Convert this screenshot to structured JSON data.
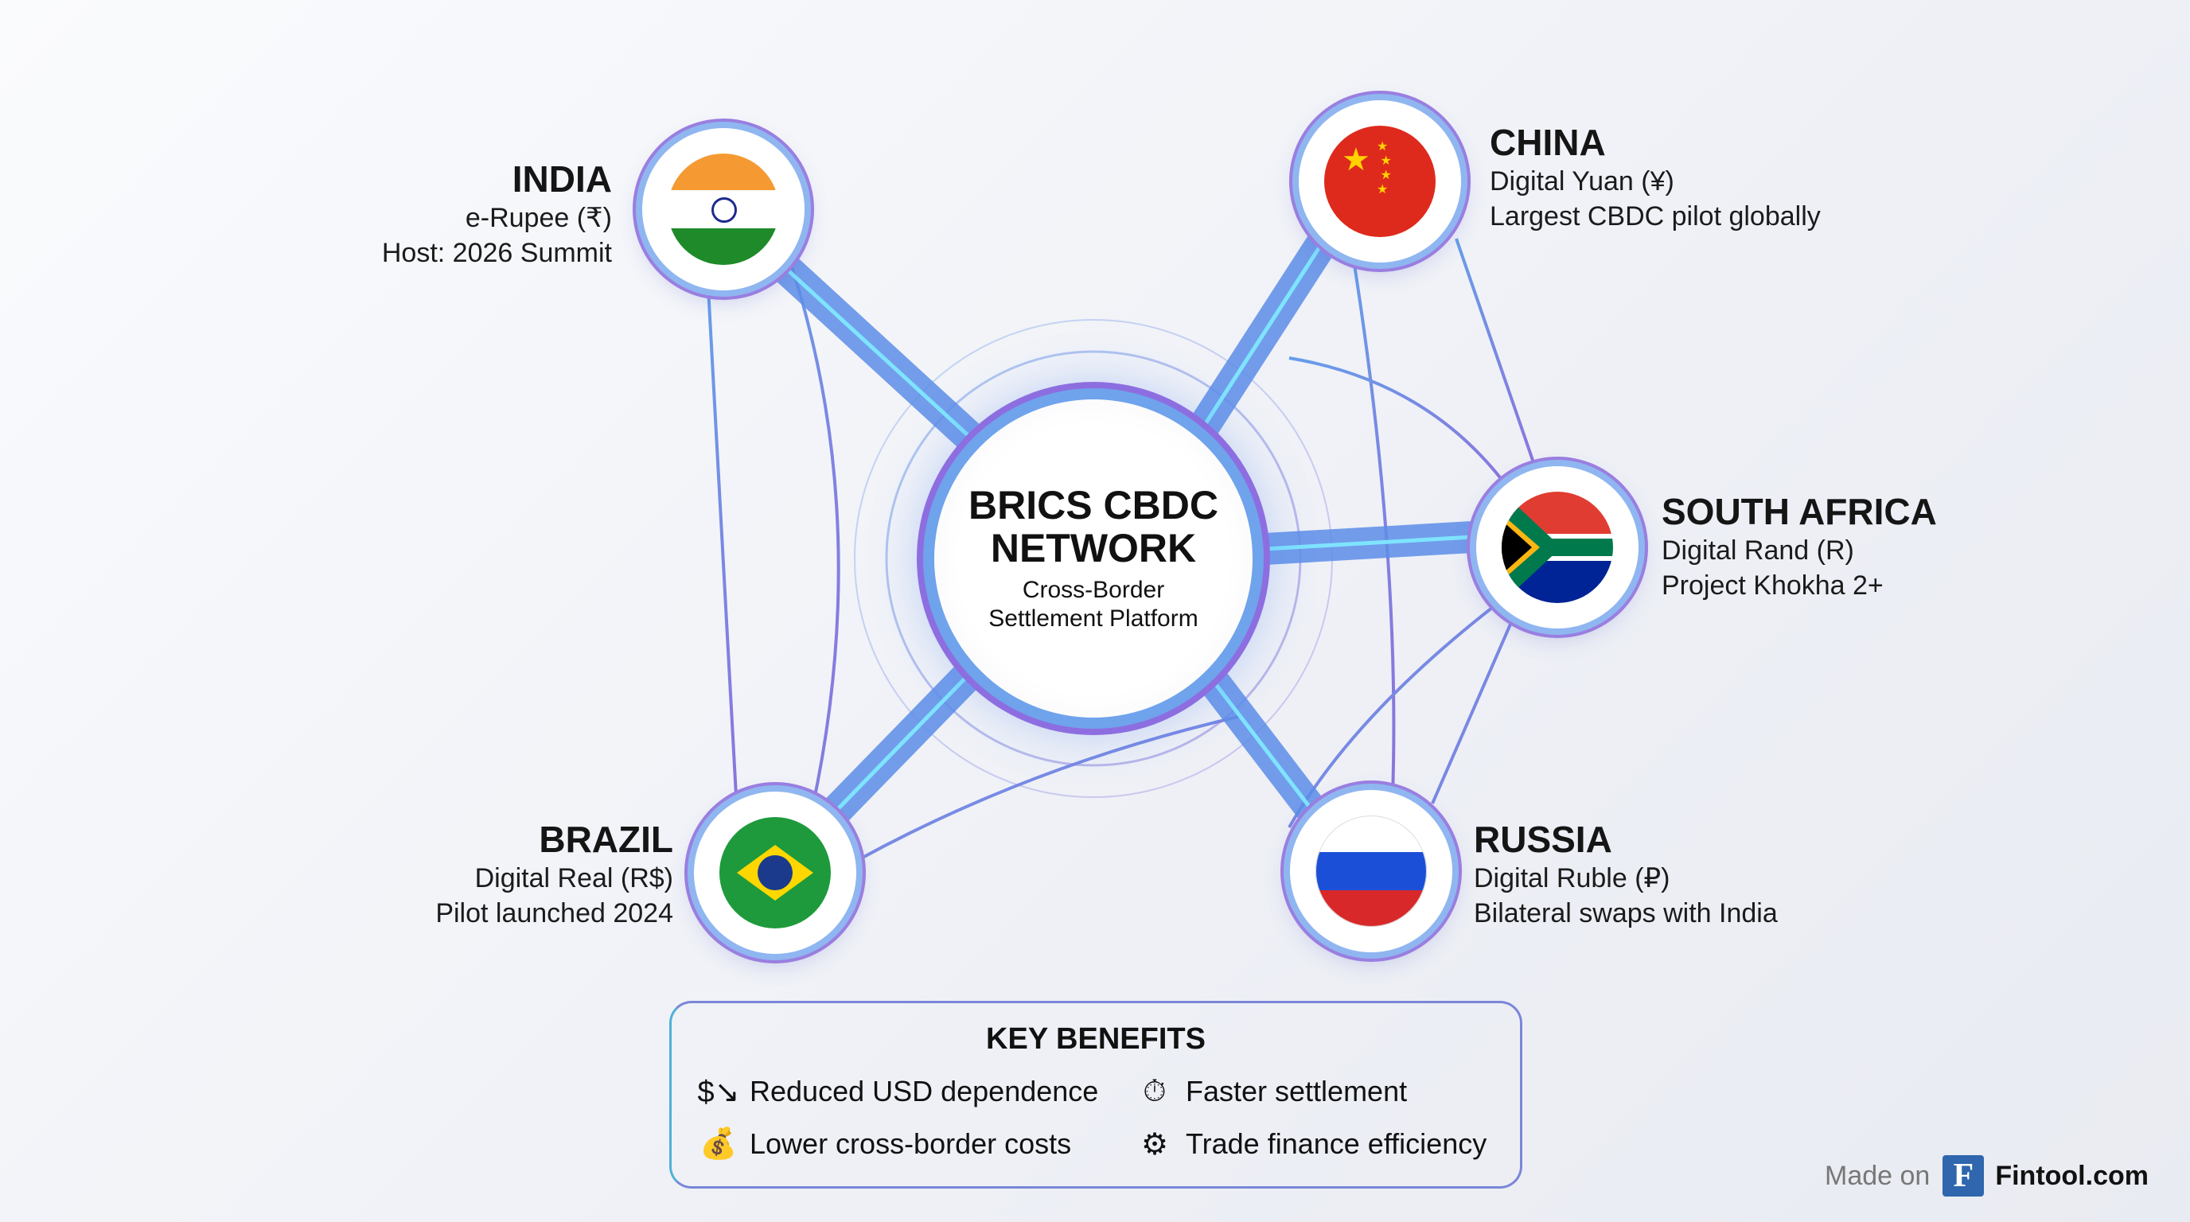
{
  "hub": {
    "title_line1": "BRICS CBDC",
    "title_line2": "NETWORK",
    "subtitle_line1": "Cross-Border",
    "subtitle_line2": "Settlement Platform"
  },
  "countries": [
    {
      "name": "INDIA",
      "currency": "e-Rupee (₹)",
      "note": "Host: 2026 Summit"
    },
    {
      "name": "CHINA",
      "currency": "Digital Yuan (¥)",
      "note": "Largest CBDC pilot globally"
    },
    {
      "name": "SOUTH AFRICA",
      "currency": "Digital Rand (R)",
      "note": "Project Khokha 2+"
    },
    {
      "name": "BRAZIL",
      "currency": "Digital Real (R$)",
      "note": "Pilot launched 2024"
    },
    {
      "name": "RUSSIA",
      "currency": "Digital Ruble (₽)",
      "note": "Bilateral swaps with India"
    }
  ],
  "benefits": {
    "title": "KEY BENEFITS",
    "items": [
      {
        "label": "Reduced USD dependence",
        "icon": "dollar-down-icon"
      },
      {
        "label": "Faster settlement",
        "icon": "stopwatch-icon"
      },
      {
        "label": "Lower cross-border costs",
        "icon": "money-bag-icon"
      },
      {
        "label": "Trade finance efficiency",
        "icon": "gears-icon"
      }
    ]
  },
  "footer": {
    "made_on": "Made on",
    "logo_letter": "F",
    "brand": "Fintool.com"
  },
  "colors": {
    "blue": "#4f8fe8",
    "purple": "#7b5fd8",
    "cyan": "#4fd0f0",
    "logo": "#2f66ad"
  }
}
